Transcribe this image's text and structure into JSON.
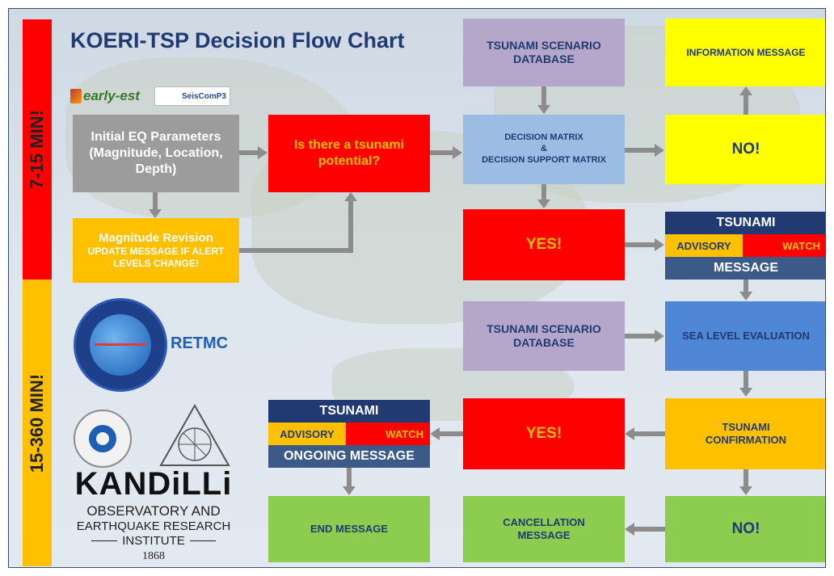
{
  "title": "KOERI-TSP Decision Flow Chart",
  "colors": {
    "red": "#ff0000",
    "gray": "#9c9c9c",
    "orange": "#ffc000",
    "purple": "#b4a7c9",
    "light_blue": "#9bbde3",
    "blue": "#4f86d6",
    "yellow": "#ffff00",
    "green": "#8ccd4f",
    "navy": "#213b72"
  },
  "side_labels": {
    "top": "7-15 MIN!",
    "bottom": "15-360 MIN!"
  },
  "logos": {
    "early_est": "early-est",
    "seiscomp": "SeisComP3",
    "retmc": "RETMC",
    "kandilli_name": "KANDiLLi",
    "kandilli_line1": "OBSERVATORY AND",
    "kandilli_line2": "EARTHQUAKE RESEARCH",
    "kandilli_line3": "INSTITUTE",
    "kandilli_year": "1868"
  },
  "boxes": {
    "initial_eq": "Initial EQ Parameters (Magnitude, Location, Depth)",
    "magnitude_revision_title": "Magnitude Revision",
    "magnitude_revision_body": "UPDATE MESSAGE IF ALERT LEVELS CHANGE!",
    "tsunami_potential": "Is there a tsunami potential?",
    "scenario_db_1": "TSUNAMI SCENARIO DATABASE",
    "decision_matrix_1": "DECISION MATRIX",
    "decision_matrix_2": "&",
    "decision_matrix_3": "DECISION SUPPORT MATRIX",
    "information_message": "INFORMATION MESSAGE",
    "no_1": "NO!",
    "yes_1": "YES!",
    "scenario_db_2": "TSUNAMI SCENARIO DATABASE",
    "sea_level_evaluation": "SEA LEVEL EVALUATION",
    "tsunami_confirmation": "TSUNAMI CONFIRMATION",
    "yes_2": "YES!",
    "no_2": "NO!",
    "cancellation_message": "CANCELLATION MESSAGE",
    "end_message": "END MESSAGE"
  },
  "tsunami_message_1": {
    "top": "TSUNAMI",
    "advisory": "ADVISORY",
    "watch": "WATCH",
    "bottom": "MESSAGE"
  },
  "tsunami_message_2": {
    "top": "TSUNAMI",
    "advisory": "ADVISORY",
    "watch": "WATCH",
    "bottom": "ONGOING MESSAGE"
  }
}
